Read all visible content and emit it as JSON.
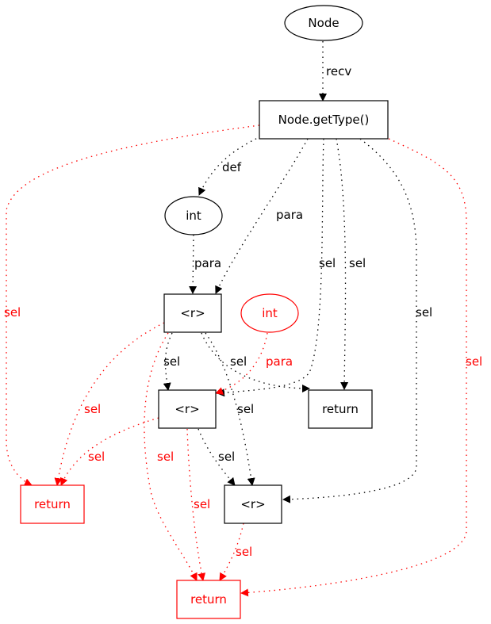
{
  "graph": {
    "colors": {
      "default": "#000000",
      "highlight": "#ff0000"
    },
    "nodes": [
      {
        "id": "n_node",
        "label": "Node",
        "shape": "ellipse",
        "color": "black"
      },
      {
        "id": "n_gettype",
        "label": "Node.getType()",
        "shape": "box",
        "color": "black"
      },
      {
        "id": "n_int1",
        "label": "int",
        "shape": "ellipse",
        "color": "black"
      },
      {
        "id": "n_r1",
        "label": "<r>",
        "shape": "box",
        "color": "black"
      },
      {
        "id": "n_int2",
        "label": "int",
        "shape": "ellipse",
        "color": "red"
      },
      {
        "id": "n_r2",
        "label": "<r>",
        "shape": "box",
        "color": "black"
      },
      {
        "id": "n_ret1",
        "label": "return",
        "shape": "box",
        "color": "black"
      },
      {
        "id": "n_ret_left",
        "label": "return",
        "shape": "box",
        "color": "red"
      },
      {
        "id": "n_r3",
        "label": "<r>",
        "shape": "box",
        "color": "black"
      },
      {
        "id": "n_ret_bottom",
        "label": "return",
        "shape": "box",
        "color": "red"
      }
    ],
    "edges": [
      {
        "from": "n_node",
        "to": "n_gettype",
        "label": "recv",
        "color": "black"
      },
      {
        "from": "n_gettype",
        "to": "n_int1",
        "label": "def",
        "color": "black"
      },
      {
        "from": "n_gettype",
        "to": "n_r1",
        "label": "para",
        "color": "black"
      },
      {
        "from": "n_gettype",
        "to": "n_r2",
        "label": "sel",
        "color": "black"
      },
      {
        "from": "n_gettype",
        "to": "n_ret1",
        "label": "sel",
        "color": "black"
      },
      {
        "from": "n_gettype",
        "to": "n_r3",
        "label": "sel",
        "color": "black"
      },
      {
        "from": "n_gettype",
        "to": "n_ret_left",
        "label": "sel",
        "color": "red"
      },
      {
        "from": "n_gettype",
        "to": "n_ret_bottom",
        "label": "sel",
        "color": "red"
      },
      {
        "from": "n_int1",
        "to": "n_r1",
        "label": "para",
        "color": "black"
      },
      {
        "from": "n_r1",
        "to": "n_r2",
        "label": "sel",
        "color": "black"
      },
      {
        "from": "n_r1",
        "to": "n_ret1",
        "label": "sel",
        "color": "black"
      },
      {
        "from": "n_r1",
        "to": "n_r3",
        "label": "sel",
        "color": "black"
      },
      {
        "from": "n_r1",
        "to": "n_ret_left",
        "label": "sel",
        "color": "red"
      },
      {
        "from": "n_r1",
        "to": "n_ret_bottom",
        "label": "sel",
        "color": "red"
      },
      {
        "from": "n_int2",
        "to": "n_r2",
        "label": "para",
        "color": "red"
      },
      {
        "from": "n_r2",
        "to": "n_r3",
        "label": "sel",
        "color": "black"
      },
      {
        "from": "n_r2",
        "to": "n_ret_left",
        "label": "sel",
        "color": "red"
      },
      {
        "from": "n_r2",
        "to": "n_ret_bottom",
        "label": "sel",
        "color": "red"
      },
      {
        "from": "n_r3",
        "to": "n_ret_bottom",
        "label": "sel",
        "color": "red"
      }
    ]
  }
}
